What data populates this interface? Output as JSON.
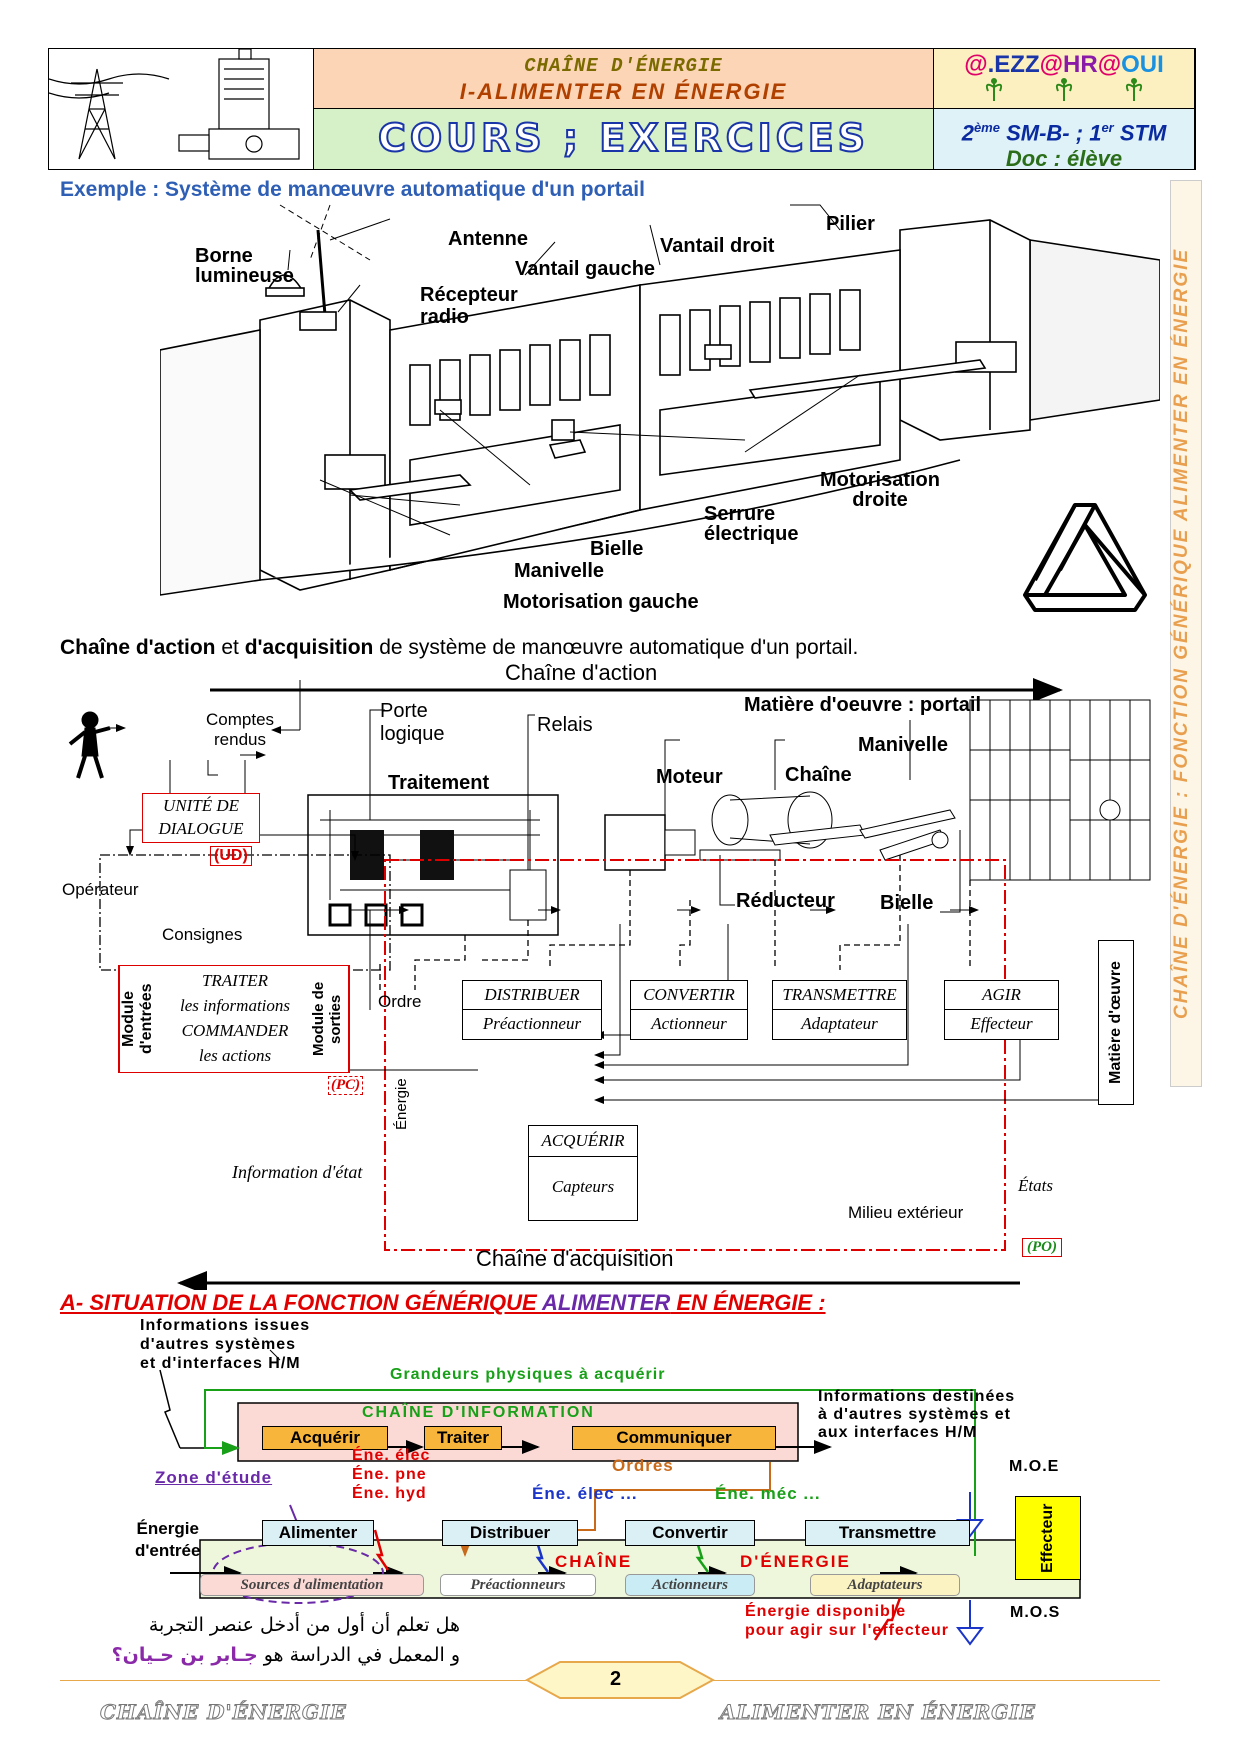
{
  "header": {
    "chaine": "CHAÎNE D'ÉNERGIE",
    "alimenter": "I-ALIMENTER EN ÉNERGIE",
    "cours": "COURS ; EXERCICES",
    "author": "@.EZZ@HR@OUI",
    "level_prefix": "2",
    "level_sup1": "ème",
    "level_mid": " SM-B- ; 1",
    "level_sup2": "er",
    "level_suffix": " STM",
    "doc": "Doc : élève"
  },
  "side_banner": "CHAÎNE D'ÉNERGIE : FONCTION GÉNÉRIQUE ALIMENTER EN ÉNERGIE",
  "example": {
    "title": "Exemple : Système de manœuvre automatique d'un portail",
    "labels": {
      "antenne": "Antenne",
      "borne": "Borne\nlumineuse",
      "recepteur": "Récepteur\nradio",
      "vantail_gauche": "Vantail gauche",
      "vantail_droit": "Vantail droit",
      "pilier": "Pilier",
      "motorisation_droite": "Motorisation\ndroite",
      "serrure": "Serrure\nélectrique",
      "bielle": "Bielle",
      "manivelle": "Manivelle",
      "motorisation_gauche": "Motorisation gauche"
    }
  },
  "chains": {
    "caption_b1": "Chaîne d'action",
    "caption_t1": " et ",
    "caption_b2": "d'acquisition",
    "caption_t2": " de système de manœuvre automatique d'un portail.",
    "chaine_action": "Chaîne d'action",
    "chaine_acquisition": "Chaîne d'acquisition",
    "comptes_rendus": "Comptes\nrendus",
    "porte_logique": "Porte\nlogique",
    "relais": "Relais",
    "traitement": "Traitement",
    "matiere_portail": "Matière d'oeuvre : portail",
    "manivelle": "Manivelle",
    "moteur": "Moteur",
    "chaine": "Chaîne",
    "reducteur": "Réducteur",
    "bielle": "Bielle",
    "ud_line1": "UNITÉ DE",
    "ud_line2": "DIALOGUE",
    "ud_tag": "(UD)",
    "operateur": "Opérateur",
    "consignes": "Consignes",
    "module_entrees": "Module\nd'entrées",
    "traiter_lines": [
      "TRAITER",
      "les informations",
      "COMMANDER",
      "les actions"
    ],
    "module_sorties": "Module de\nsorties",
    "pc_tag": "(PC)",
    "ordre": "Ordre",
    "energie": "Énergie",
    "blocks": [
      {
        "top": "DISTRIBUER",
        "bottom": "Préactionneur"
      },
      {
        "top": "CONVERTIR",
        "bottom": "Actionneur"
      },
      {
        "top": "TRANSMETTRE",
        "bottom": "Adaptateur"
      },
      {
        "top": "AGIR",
        "bottom": "Effecteur"
      }
    ],
    "matiere_oeuvre": "Matière d'œuvre",
    "acquerir": "ACQUÉRIR",
    "capteurs": "Capteurs",
    "info_etat": "Information d'état",
    "etats": "États",
    "milieu": "Milieu extérieur",
    "po_tag": "(PO)"
  },
  "section_a": {
    "p1": "A- SITUATION DE LA FONCTION GÉNÉRIQUE ",
    "p2": "ALIMENTER",
    "p3": " EN ÉNERGIE :"
  },
  "functional": {
    "info_issues": "Informations issues\nd'autres systèmes\net d'interfaces H/M",
    "grandeurs": "Grandeurs physiques à acquérir",
    "chaine_information": "CHAÎNE D'INFORMATION",
    "acquerir": "Acquérir",
    "traiter": "Traiter",
    "communiquer": "Communiquer",
    "info_destinees": "Informations destinées\nà d'autres systèmes et\naux interfaces H/M",
    "ene_elec_red": "Éne. élec",
    "ene_pne": "Éne. pne",
    "ene_hyd": "Éne. hyd",
    "ordres": "Ordres",
    "zone_etude": "Zone d'étude",
    "ene_elec_blue": "Éne. élec ...",
    "ene_mec": "Éne. méc ...",
    "moe": "M.O.E",
    "energie_entree": "Énergie\nd'entrée",
    "alimenter": "Alimenter",
    "distribuer": "Distribuer",
    "convertir": "Convertir",
    "transmettre": "Transmettre",
    "chaine_energie_1": "CHAÎNE",
    "chaine_energie_2": "D'ÉNERGIE",
    "effecteur": "Effecteur",
    "sources": "Sources d'alimentation",
    "preactionneurs": "Préactionneurs",
    "actionneurs": "Actionneurs",
    "adaptateurs": "Adaptateurs",
    "energie_disponible": "Énergie disponible\npour agir sur l'effecteur",
    "mos": "M.O.S"
  },
  "arabic": {
    "line1": "هل تعلم أن أول من أدخل عنصر التجربة",
    "line2": "و المعمل في الدراسة هو",
    "name": "جـابر بن حـيان؟"
  },
  "footer": {
    "page": "2",
    "left": "CHAÎNE D'ÉNERGIE",
    "right": "ALIMENTER EN ÉNERGIE"
  },
  "colors": {
    "blue_title": "#2e5fb5",
    "red": "#e00000",
    "purple": "#6a2aa8",
    "green": "#19a019",
    "orange_box": "#f7b53c",
    "yellow_effecteur": "#ffff00"
  }
}
